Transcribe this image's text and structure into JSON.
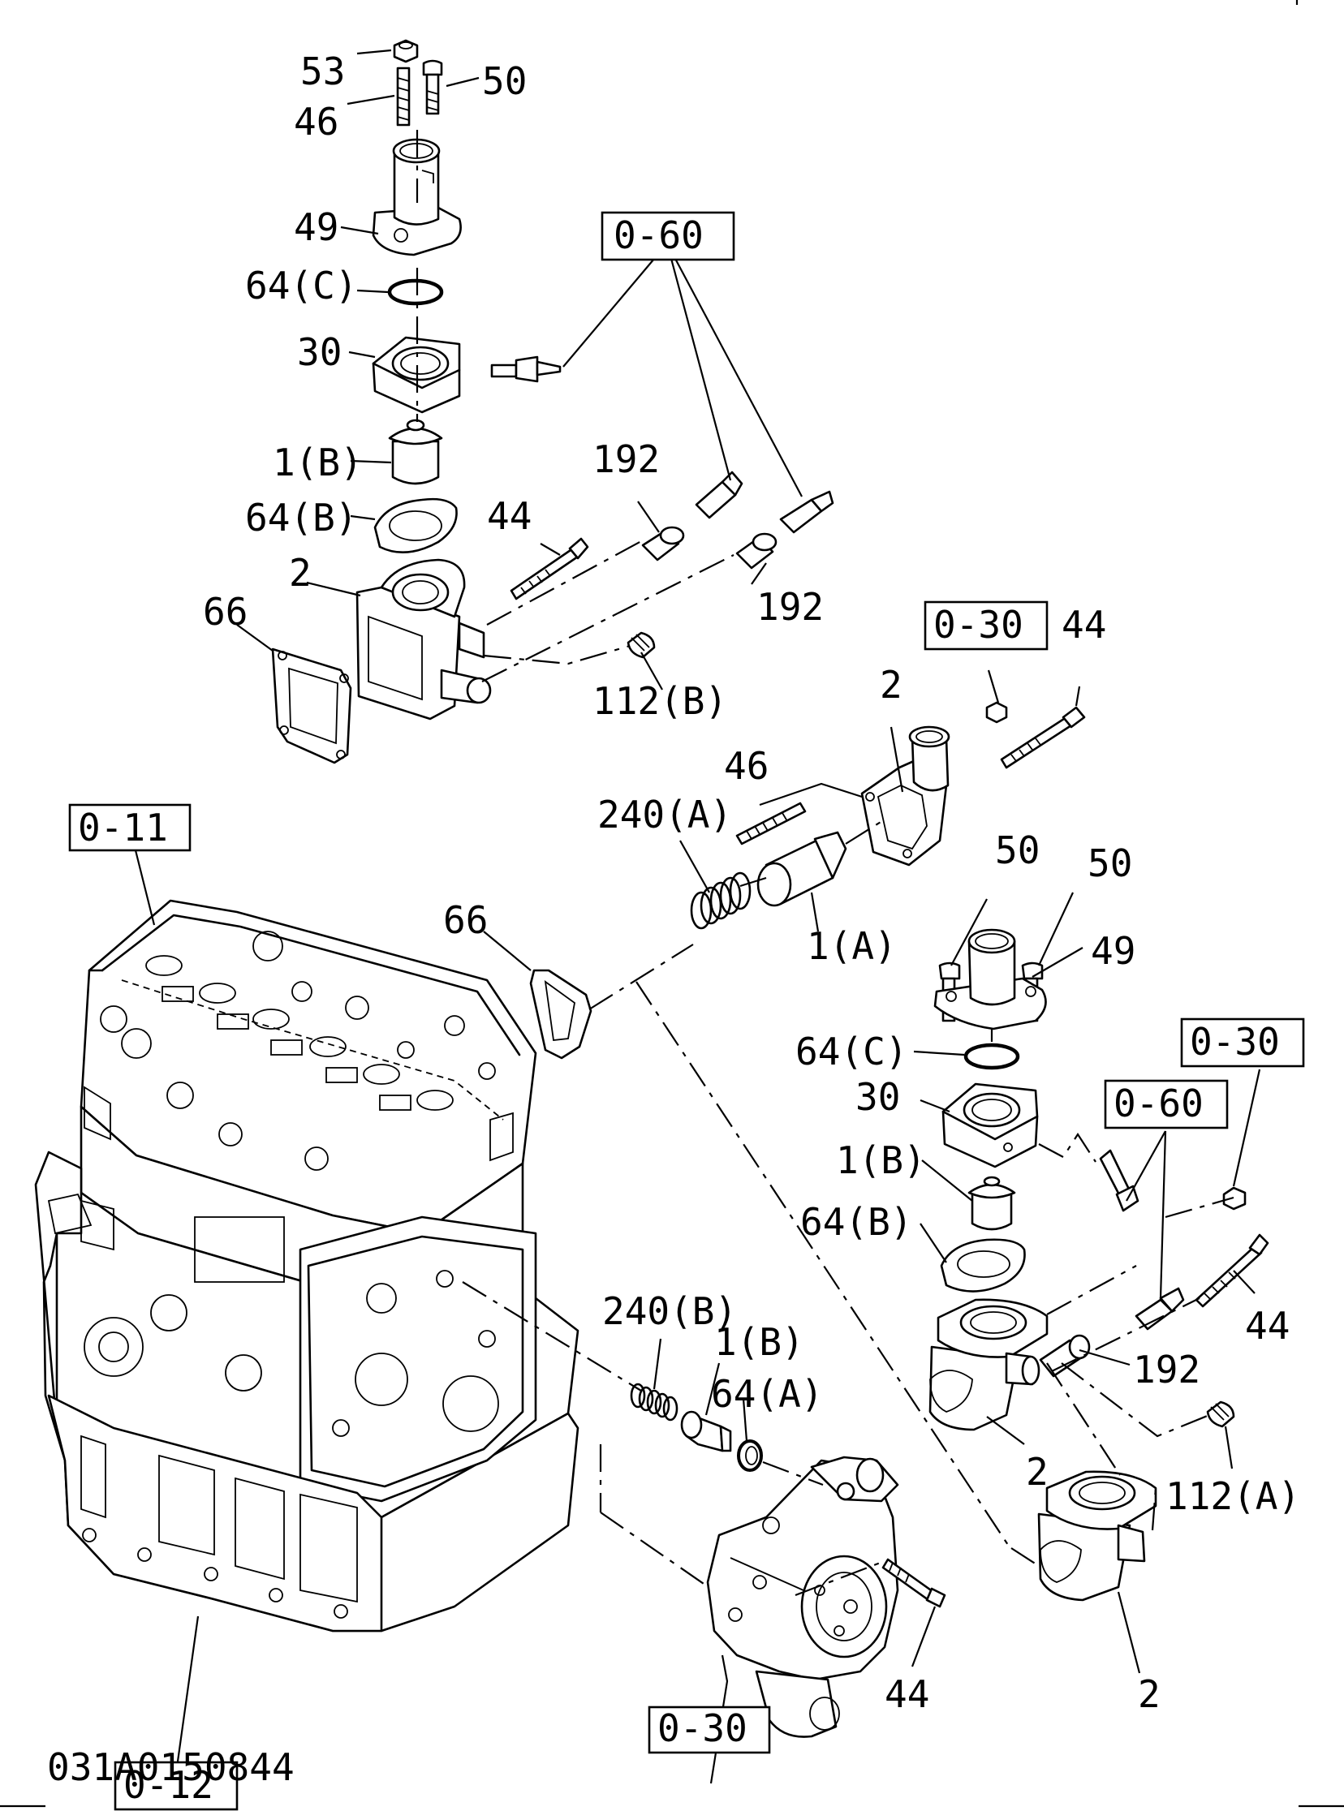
{
  "drawing_number": "031A0150844",
  "ref_boxes": {
    "top_060": "0-60",
    "right_030_top": "0-30",
    "left_011": "0-11",
    "right_030_mid": "0-30",
    "right_060": "0-60",
    "bottom_012": "0-12",
    "bottom_030": "0-30"
  },
  "labels": {
    "l53": "53",
    "l50a": "50",
    "l46a": "46",
    "l49a": "49",
    "l64c_a": "64(C)",
    "l30a": "30",
    "l1b_a": "1(B)",
    "l64b_a": "64(B)",
    "l2a": "2",
    "l66a": "66",
    "l44a": "44",
    "l192a": "192",
    "l192b": "192",
    "l112b": "112(B)",
    "l44b": "44",
    "l2b": "2",
    "l46b": "46",
    "l240a": "240(A)",
    "l1a": "1(A)",
    "l66b": "66",
    "l50b": "50",
    "l50c": "50",
    "l49b": "49",
    "l64c_b": "64(C)",
    "l30b": "30",
    "l1b_b": "1(B)",
    "l64b_b": "64(B)",
    "l44c": "44",
    "l192c": "192",
    "l2c": "2",
    "l112a": "112(A)",
    "l240b": "240(B)",
    "l1b_c": "1(B)",
    "l64a": "64(A)",
    "l44d": "44",
    "l2d": "2"
  }
}
